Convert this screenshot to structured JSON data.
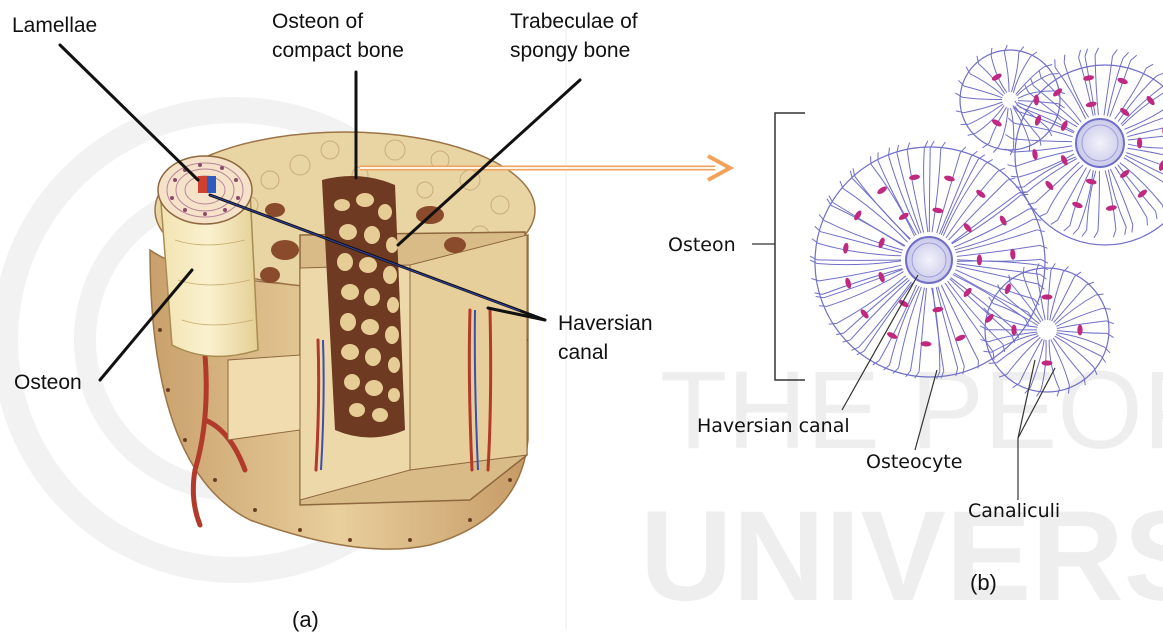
{
  "watermark": {
    "line1": "THE PEOP",
    "line2": "UNIVERS",
    "color": "#eeeeee"
  },
  "panel_a": {
    "caption": "(a)",
    "labels": {
      "lamellae": "Lamellae",
      "osteon_compact_line1": "Osteon of",
      "osteon_compact_line2": "compact bone",
      "trabeculae_line1": "Trabeculae of",
      "trabeculae_line2": "spongy bone",
      "haversian_line1": "Haversian",
      "haversian_line2": "canal",
      "osteon": "Osteon"
    }
  },
  "panel_b": {
    "caption": "(b)",
    "labels": {
      "osteon": "Osteon",
      "haversian_canal": "Haversian canal",
      "osteocyte": "Osteocyte",
      "canaliculi": "Canaliculi"
    }
  },
  "colors": {
    "bone_tan": "#e8d4a6",
    "bone_dark": "#c9a978",
    "spongy_brown": "#6e3a22",
    "vessel_red": "#b23a2a",
    "lacuna_magenta": "#c0297f",
    "canaliculi_blue": "#6f6fc9",
    "arrow_orange": "#f0a35c"
  }
}
